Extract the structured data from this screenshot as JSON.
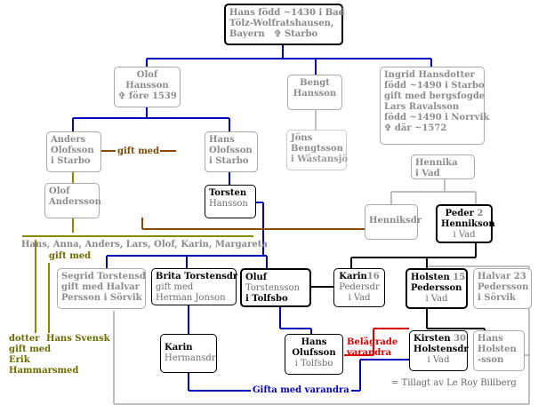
{
  "root": {
    "l1": "Hans född ~1430 i Bad",
    "l2": "Tölz-Wolfratshausen,",
    "l3": "Bayern",
    "l3b": "✞ Starbo"
  },
  "olof": {
    "l1": "Olof",
    "l2": "Hansson",
    "l3": "✞ före 1539"
  },
  "bengt": {
    "l1": "Bengt",
    "l2": "Hansson"
  },
  "ingrid": {
    "l1": "Ingrid Hansdotter",
    "l2": "född ~1490 i Starbo",
    "l3": "gift med bergsfogde",
    "l4": "Lars Ravalsson",
    "l5": "född ~1490 i Norrvik",
    "l6": "✞ där ~1572"
  },
  "anders": {
    "l1": "Anders",
    "l2": "Olofsson",
    "l3": "i Starbo"
  },
  "gift_med_1": "gift med",
  "hans2": {
    "l1": "Hans",
    "l2": "Olofsson",
    "l3": "i Starbo"
  },
  "jons": {
    "l1": "Jöns",
    "l2": "Bengtsson",
    "l3": "i Wästansjö"
  },
  "henrika": {
    "l1": "Hennika",
    "l2": "i Vad"
  },
  "olofA": {
    "l1": "Olof",
    "l2": "Andersson"
  },
  "torsten": {
    "l1": "Torsten",
    "l2": "Hansson"
  },
  "henniksdr": {
    "l1": "Henniksdr"
  },
  "peder2": {
    "l1": "Peder",
    "num": "2",
    "l2": "Hennikson",
    "l3": "i Vad"
  },
  "siblings": "Hans, Anna, Anders, Lars, Olof, Karin, Margareta",
  "gift_med_2": "gift med",
  "segrid": {
    "l1": "Segrid Torstensd",
    "l2": "gift med Halvar",
    "l3": "Persson i Sörvik"
  },
  "brita": {
    "l1": "Brita Torstensdr",
    "l2": "gift med",
    "l3": "Herman Jonson"
  },
  "oluf": {
    "l1": "Oluf",
    "l2": "Torstensson",
    "l3": "i Tolfsbo"
  },
  "karin16": {
    "l1": "Karin",
    "num": "16",
    "l2": "Pedersdr",
    "l3": "i Vad"
  },
  "holsten15": {
    "l1": "Holsten",
    "num": "15",
    "l2": "Pedersson",
    "l3": "i Vad"
  },
  "halvar23": {
    "l1": "Halvar",
    "num": "23",
    "l2": "Pedersson",
    "l3": "i Sörvik"
  },
  "dotter": {
    "l1": "dotter",
    "l2": "gift med",
    "l3": "Erik",
    "l4": "Hammarsmed"
  },
  "hans_svensk": "Hans Svensk",
  "karinH": {
    "l1": "Karin",
    "l2": "Hermansdr"
  },
  "hansO": {
    "l1": "Hans",
    "l2": "Olufsson",
    "l3": "i Tolfsbo"
  },
  "belagrade": {
    "l1": "Belägrade",
    "l2": "varandra"
  },
  "kirsten30": {
    "l1": "Kirsten",
    "num": "30",
    "l2": "Holstensdr",
    "l3": "i Vad"
  },
  "hansH": {
    "l1": "Hans",
    "l2": "Holsten",
    "l3": "-sson"
  },
  "gifta": "Gifta med varandra",
  "tillagt": "= Tillagt av Le Roy Billberg",
  "colors": {
    "blue": "#0000c0",
    "olive": "#6b6b00",
    "brown": "#7a4a00",
    "red": "#e00000",
    "black": "#000000",
    "gray": "#999999"
  }
}
